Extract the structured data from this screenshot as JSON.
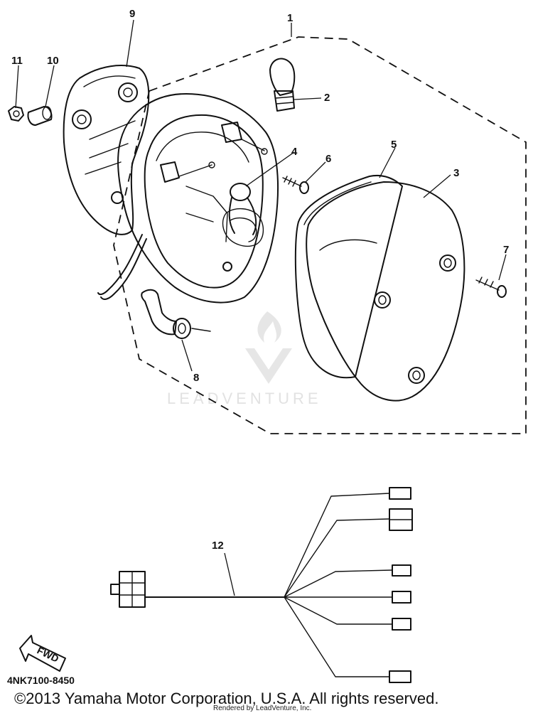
{
  "diagram": {
    "callouts": [
      {
        "id": "c1",
        "label": "1"
      },
      {
        "id": "c2",
        "label": "2"
      },
      {
        "id": "c3",
        "label": "3"
      },
      {
        "id": "c4",
        "label": "4"
      },
      {
        "id": "c5",
        "label": "5"
      },
      {
        "id": "c6",
        "label": "6"
      },
      {
        "id": "c7",
        "label": "7"
      },
      {
        "id": "c8",
        "label": "8"
      },
      {
        "id": "c9",
        "label": "9"
      },
      {
        "id": "c10",
        "label": "10"
      },
      {
        "id": "c11",
        "label": "11"
      },
      {
        "id": "c12",
        "label": "12"
      }
    ],
    "fwd_label": "FWD",
    "part_code": "4NK7100-8450",
    "copyright": "©2013 Yamaha Motor Corporation, U.S.A. All rights reserved.",
    "rendered_by": "Rendered by LeadVenture, Inc.",
    "watermark": "LEADVENTURE",
    "colors": {
      "ink": "#111111",
      "watermark": "#e2e2e2",
      "background": "#ffffff"
    }
  }
}
